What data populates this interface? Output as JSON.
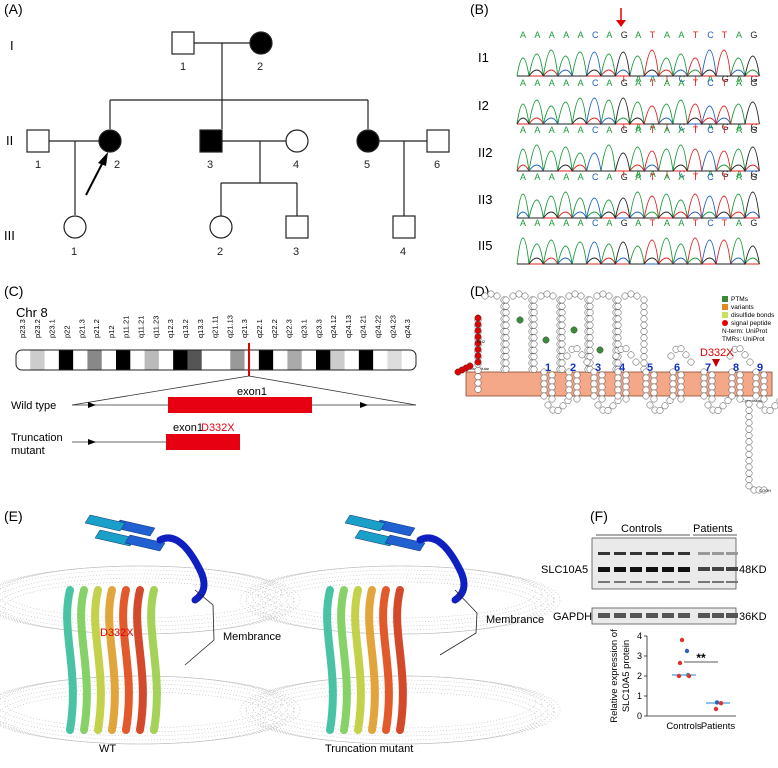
{
  "panels": {
    "A": {
      "label": "(A)",
      "generations": [
        "I",
        "II",
        "III"
      ],
      "individuals": {
        "I": [
          "1",
          "2"
        ],
        "II": [
          "1",
          "2",
          "3",
          "4",
          "5",
          "6"
        ],
        "III": [
          "1",
          "2",
          "3",
          "4"
        ]
      }
    },
    "B": {
      "label": "(B)",
      "ref_seq": [
        "A",
        "A",
        "A",
        "A",
        "A",
        "C",
        "A",
        "G",
        "A",
        "T",
        "A",
        "A",
        "T",
        "C",
        "T",
        "A",
        "G"
      ],
      "alt_seq": [
        "T",
        "A",
        "A",
        "T",
        "C",
        "T",
        "A",
        "G",
        "A",
        "G"
      ],
      "alt_seq_II3": [
        "T",
        "A",
        "A",
        "T",
        "C",
        "T",
        "A",
        "G",
        "A",
        "G"
      ],
      "rows": [
        "I1",
        "I2",
        "II2",
        "II3",
        "II5"
      ]
    },
    "C": {
      "label": "(C)",
      "chromosome": "Chr 8",
      "bands": [
        "p23.3",
        "p23.2",
        "p23.1",
        "p22",
        "p21.3",
        "p21.2",
        "p12",
        "p11.21",
        "q11.21",
        "q11.23",
        "q12.3",
        "q13.2",
        "q13.3",
        "q21.11",
        "q21.13",
        "q21.3",
        "q22.1",
        "q22.2",
        "q22.3",
        "q23.1",
        "q23.3",
        "q24.12",
        "q24.13",
        "q24.21",
        "q24.22",
        "q24.23",
        "q24.3"
      ],
      "wildtype_label": "Wild type",
      "mutant_label_1": "Truncation",
      "mutant_label_2": "mutant",
      "exon_label": "exon1",
      "mutation": "D332X"
    },
    "D": {
      "label": "(D)",
      "legend": [
        "PTMs",
        "variants",
        "disulfide bonds",
        "signal peptide",
        "N-term: UniProt",
        "TMRs: UniProt"
      ],
      "legend_colors": [
        "#3a8a3a",
        "#e08a20",
        "#c8e060",
        "#e00000"
      ],
      "helices": [
        "1",
        "2",
        "3",
        "4",
        "5",
        "6",
        "7",
        "8",
        "9"
      ],
      "mutation": "D332X",
      "extracellular": "Extracellular",
      "cytoplasmic": "Cytoplasmic",
      "n_term": "NH2",
      "c_term": "COOH"
    },
    "E": {
      "label": "(E)",
      "mutation": "D332X",
      "membrane_label": "Membrance",
      "wt_label": "WT",
      "mutant_label": "Truncation mutant"
    },
    "F": {
      "label": "(F)",
      "controls_label": "Controls",
      "patients_label": "Patients",
      "protein_label": "SLC10A5",
      "protein_kd": "48KD",
      "loading_label": "GAPDH",
      "loading_kd": "36KD",
      "significance": "**",
      "chart_data": {
        "type": "scatter",
        "categories": [
          "Controls",
          "Patients"
        ],
        "ylabel": "Relative expression of SLC10A5 protein",
        "ylim": [
          0,
          4
        ],
        "yticks": [
          0,
          1,
          2,
          3,
          4
        ],
        "series": [
          {
            "values": [
              3.8,
              3.25,
              2.65,
              2.05,
              2.0,
              2.0
            ],
            "category": "Controls",
            "mean": 2.05
          },
          {
            "values": [
              0.68,
              0.64,
              0.35
            ],
            "category": "Patients",
            "mean": 0.65
          }
        ],
        "point_colors": [
          "#e03030",
          "#3060c0",
          "#e03030",
          "#30a0a0",
          "#e03030",
          "#e03030"
        ],
        "patient_colors": [
          "#3060c0",
          "#e03030",
          "#e03030"
        ]
      }
    }
  }
}
